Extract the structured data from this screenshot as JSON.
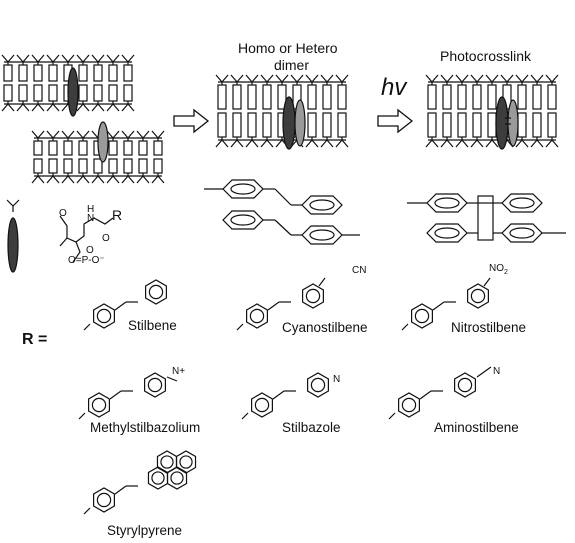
{
  "figure": {
    "label_dimer_line1": "Homo or Hetero",
    "label_dimer_line2": "dimer",
    "label_photo": "Photocrosslink",
    "label_hv": "hv",
    "label_r": "R ="
  },
  "chem": {
    "r": "R",
    "n": "N",
    "o": "O",
    "o2": "O",
    "p": "P",
    "o3": "O",
    "o4": "O"
  },
  "substituents": [
    {
      "name": "Stilbene",
      "group": ""
    },
    {
      "name": "Cyanostilbene",
      "group": "CN"
    },
    {
      "name": "Nitrostilbene",
      "group": "NO2"
    },
    {
      "name": "Methylstilbazolium",
      "group": "N+"
    },
    {
      "name": "Stilbazole",
      "group": "N"
    },
    {
      "name": "Aminostilbene",
      "group": "N"
    },
    {
      "name": "Styrylpyrene",
      "group": ""
    }
  ],
  "colors": {
    "dark_ellipse": "#3d3d3d",
    "light_ellipse": "#9a9a9a",
    "line": "#111111"
  }
}
